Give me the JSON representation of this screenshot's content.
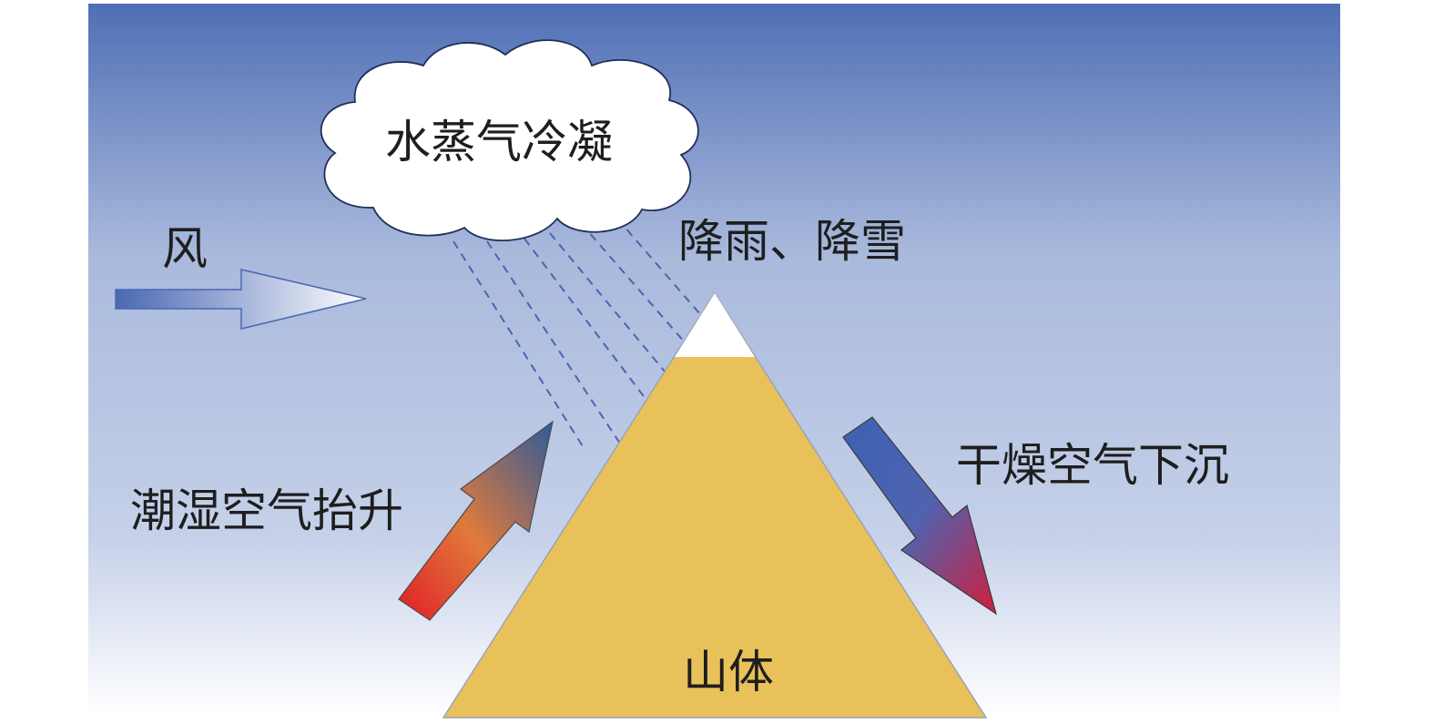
{
  "labels": {
    "cloud": "水蒸气冷凝",
    "wind": "风",
    "precipitation": "降雨、降雪",
    "moist_air_rising": "潮湿空气抬升",
    "dry_air_sinking": "干燥空气下沉",
    "mountain": "山体"
  },
  "colors": {
    "sky_top": "#4f6fb5",
    "sky_mid": "#a9b9dc",
    "sky_bottom": "#ffffff",
    "mountain": "#e8c15a",
    "snow_cap": "#ffffff",
    "rain_lines": "#4a64b0",
    "warm_arrow": "#e01e28",
    "cool_arrow": "#3d62b3",
    "wind_arrow": "#4a68b3"
  },
  "icons": [
    "cloud-icon",
    "wind-arrow-icon",
    "rain-lines-icon",
    "rising-arrow-icon",
    "sinking-arrow-icon",
    "mountain-icon",
    "snow-cap-icon"
  ]
}
